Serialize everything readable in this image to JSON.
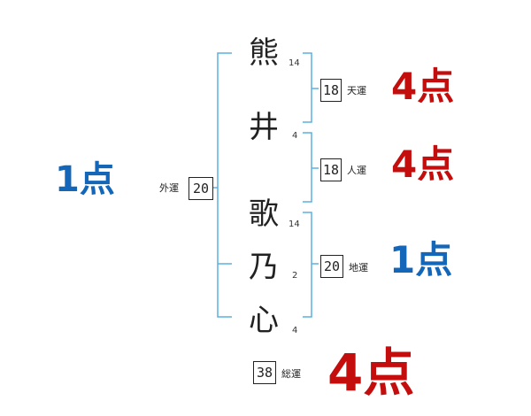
{
  "colors": {
    "bracket": "#5ab0e0",
    "score_red": "#c40d0d",
    "score_blue": "#1466b8"
  },
  "name": [
    {
      "char": "熊",
      "strokes": "14"
    },
    {
      "char": "井",
      "strokes": "4"
    },
    {
      "char": "歌",
      "strokes": "14"
    },
    {
      "char": "乃",
      "strokes": "2"
    },
    {
      "char": "心",
      "strokes": "4"
    }
  ],
  "gaiun": {
    "label": "外運",
    "value": "20",
    "score": "1点"
  },
  "tenun": {
    "label": "天運",
    "value": "18",
    "score": "4点"
  },
  "jinun": {
    "label": "人運",
    "value": "18",
    "score": "4点"
  },
  "chiun": {
    "label": "地運",
    "value": "20",
    "score": "1点"
  },
  "souun": {
    "label": "総運",
    "value": "38",
    "score": "4点"
  }
}
